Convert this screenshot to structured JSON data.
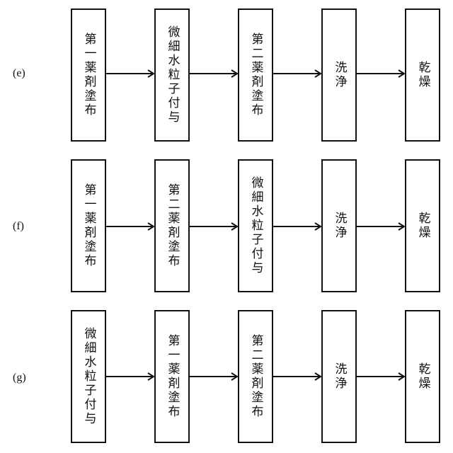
{
  "rows": [
    {
      "label": "(e)",
      "steps": [
        "第一薬剤塗布",
        "微細水粒子付与",
        "第二薬剤塗布",
        "洗浄",
        "乾燥"
      ]
    },
    {
      "label": "(f)",
      "steps": [
        "第一薬剤塗布",
        "第二薬剤塗布",
        "微細水粒子付与",
        "洗浄",
        "乾燥"
      ]
    },
    {
      "label": "(g)",
      "steps": [
        "微細水粒子付与",
        "第一薬剤塗布",
        "第二薬剤塗布",
        "洗浄",
        "乾燥"
      ]
    }
  ]
}
